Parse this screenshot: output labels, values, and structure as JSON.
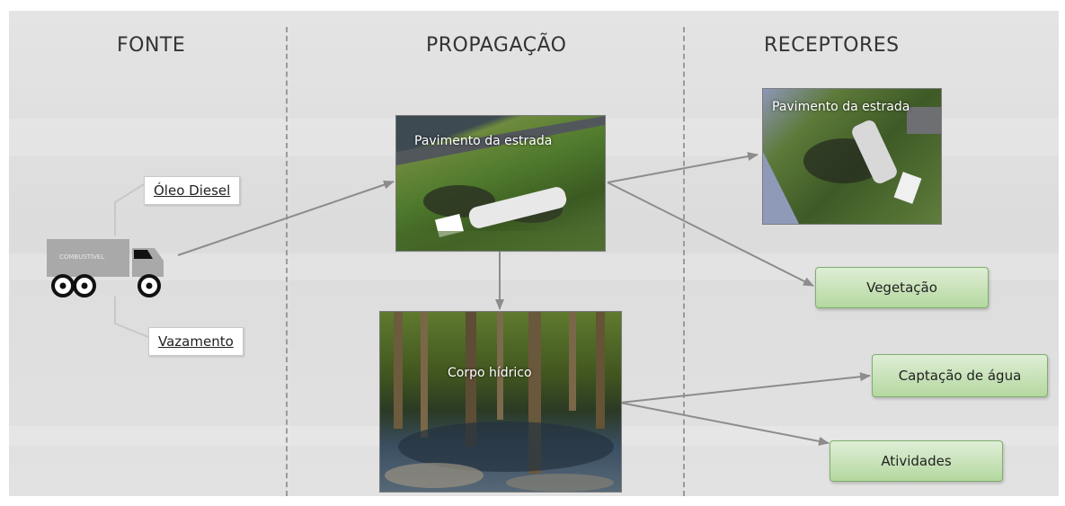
{
  "columns": {
    "source": "FONTE",
    "propagation": "PROPAGAÇÃO",
    "receptors": "RECEPTORES"
  },
  "source": {
    "truck_label": "COMBUSTÍVEL",
    "label_top": "Óleo Diesel",
    "label_bottom": "Vazamento"
  },
  "propagation": {
    "photo_road_caption": "Pavimento da estrada",
    "photo_water_caption": "Corpo hídrico"
  },
  "receptors": {
    "photo_road_caption": "Pavimento da estrada",
    "vegetation": "Vegetação",
    "water_intake": "Captação de água",
    "activities": "Atividades"
  },
  "colors": {
    "arrow": "#8c8c8c",
    "receptor_box": "#b4d89f",
    "truck": "#a9a9a9"
  }
}
